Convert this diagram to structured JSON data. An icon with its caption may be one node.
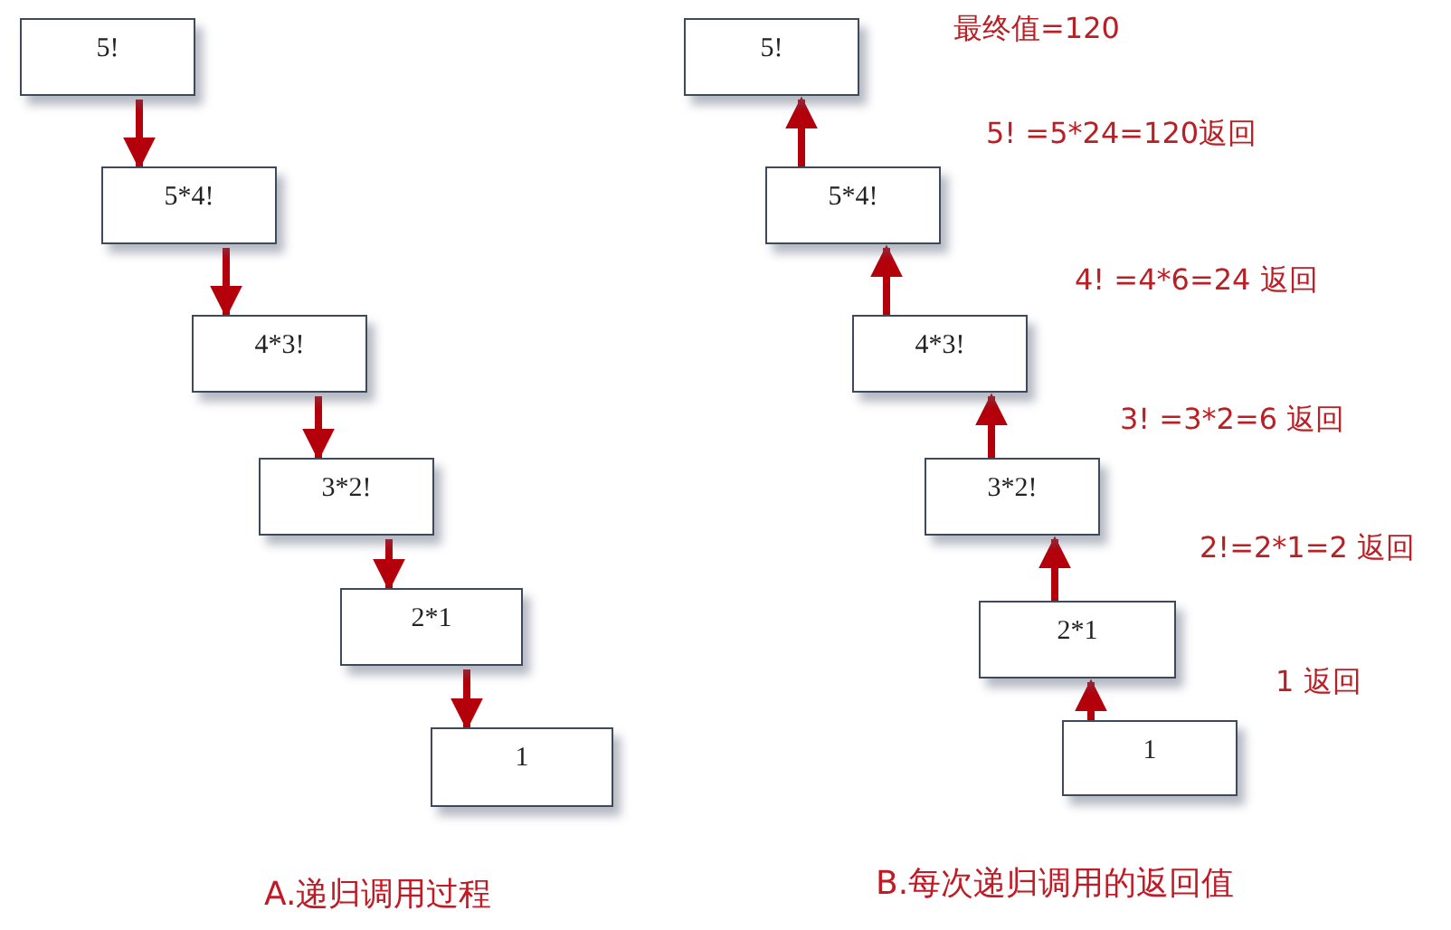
{
  "diagram": {
    "nodes": [
      {
        "text": [
          "5!"
        ]
      },
      {
        "text": [
          "5*4!"
        ]
      },
      {
        "text": [
          "4*3!"
        ]
      },
      {
        "text": [
          "3*2!"
        ]
      },
      {
        "text": [
          "2*1"
        ]
      },
      {
        "text": [
          "1"
        ]
      },
      {
        "text": [
          "5!"
        ]
      },
      {
        "text": [
          "5*4!"
        ]
      },
      {
        "text": [
          "4*3!"
        ]
      },
      {
        "text": [
          "3*2!"
        ]
      },
      {
        "text": [
          "2*1"
        ]
      },
      {
        "text": [
          "1"
        ]
      }
    ],
    "edges": [
      {
        "from": 0,
        "to": 1,
        "arrow": "to"
      },
      {
        "from": 1,
        "to": 2,
        "arrow": "to"
      },
      {
        "from": 2,
        "to": 3,
        "arrow": "to"
      },
      {
        "from": 3,
        "to": 4,
        "arrow": "to"
      },
      {
        "from": 4,
        "to": 5,
        "arrow": "to"
      },
      {
        "from": 7,
        "to": 6,
        "arrow": "to"
      },
      {
        "from": 8,
        "to": 7,
        "arrow": "to"
      },
      {
        "from": 9,
        "to": 8,
        "arrow": "to"
      },
      {
        "from": 10,
        "to": 9,
        "arrow": "to"
      },
      {
        "from": 11,
        "to": 10,
        "arrow": "to"
      }
    ],
    "labels": [
      "最终值=120",
      "5! =5*24=120返回",
      "4! =4*6=24 返回",
      "3! =3*2=6 返回",
      "2!=2*1=2 返回",
      "1 返回",
      "A.递归调用过程",
      "B.每次递归调用的返回值"
    ]
  }
}
